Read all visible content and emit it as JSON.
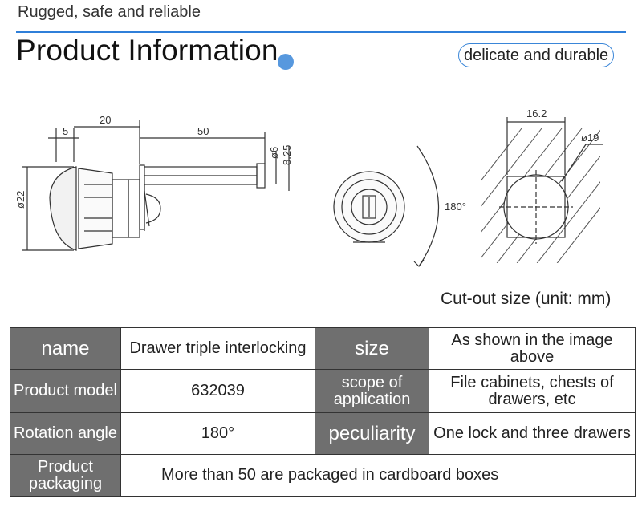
{
  "header": {
    "tagline": "Rugged, safe and reliable",
    "title": "Product Information",
    "badge": "delicate and durable"
  },
  "drawing": {
    "dims": [
      "5",
      "20",
      "50",
      "ø6",
      "8.25",
      "ø22",
      "16.2",
      "ø19"
    ],
    "rotation_label": "180°"
  },
  "caption": "Cut-out size (unit: mm)",
  "specs": {
    "row1": {
      "k1": "name",
      "v1": "Drawer triple interlocking",
      "k2": "size",
      "v2": "As shown in the image above"
    },
    "row2": {
      "k1": "Product model",
      "v1": "632039",
      "k2": "scope of application",
      "v2": "File cabinets, chests of drawers, etc"
    },
    "row3": {
      "k1": "Rotation angle",
      "v1": "180°",
      "k2": "peculiarity",
      "v2": "One lock and three drawers"
    },
    "row4": {
      "k1": "Product packaging",
      "v1": "More than 50 are packaged in cardboard boxes"
    }
  },
  "colors": {
    "accent": "#2f7fd9",
    "header_cell": "#6f6f6f"
  }
}
